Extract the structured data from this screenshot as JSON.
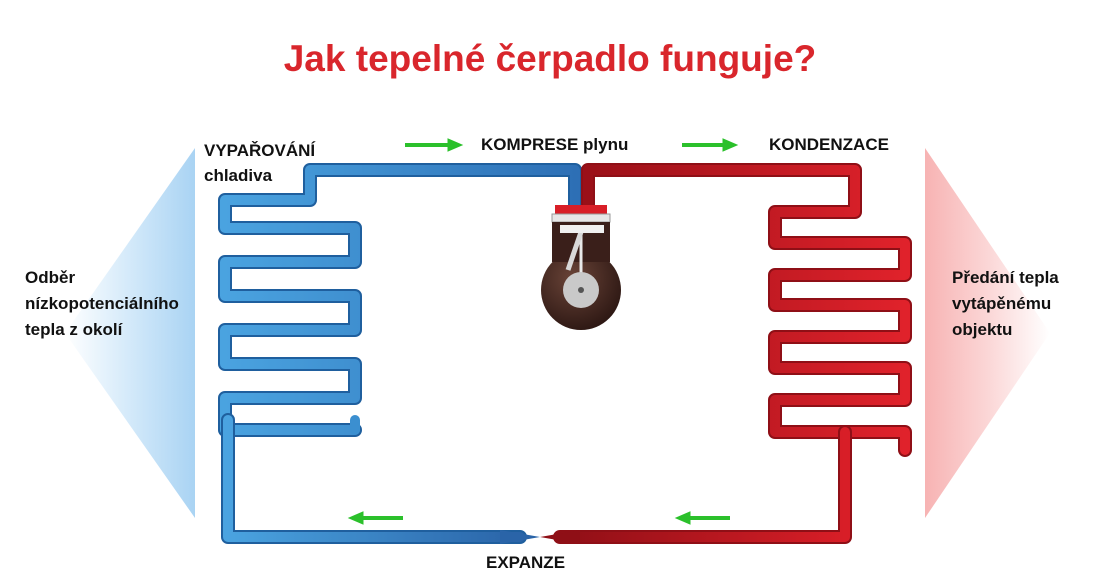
{
  "title": "Jak tepelné čerpadlo funguje?",
  "labels": {
    "evaporation_line1": "VYPAŘOVÁNÍ",
    "evaporation_line2": "chladiva",
    "compression": "KOMPRESE plynu",
    "condensation": "KONDENZACE",
    "expansion": "EXPANZE",
    "intake_line1": "Odběr",
    "intake_line2": "nízkopotenciálního",
    "intake_line3": "tepla z okolí",
    "output_line1": "Předání tepla",
    "output_line2": "vytápěnému",
    "output_line3": "objektu"
  },
  "colors": {
    "title": "#d9262c",
    "cold_pipe": "#3b8fd0",
    "hot_pipe": "#d81e27",
    "arrow": "#2bc02b",
    "cold_glow": "#bfe0f7",
    "warm_glow": "#fbd4d4",
    "compressor_body": "#3a1f1a"
  }
}
